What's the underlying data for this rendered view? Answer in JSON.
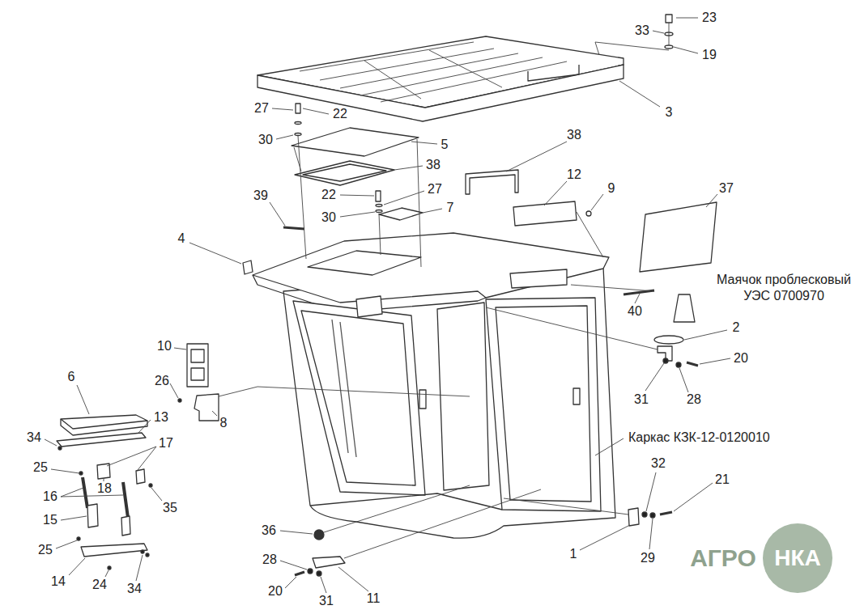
{
  "diagram": {
    "labels": [
      "23",
      "33",
      "19",
      "3",
      "27",
      "22",
      "30",
      "5",
      "38",
      "38",
      "12",
      "9",
      "37",
      "22",
      "27",
      "39",
      "30",
      "7",
      "4",
      "Маячок проблесковый УЭС 0700970",
      "2",
      "20",
      "31",
      "28",
      "40",
      "10",
      "26",
      "8",
      "6",
      "13",
      "34",
      "17",
      "Каркас КЗК-12-0120010",
      "25",
      "18",
      "16",
      "35",
      "15",
      "25",
      "14",
      "24",
      "34",
      "36",
      "28",
      "20",
      "31",
      "11",
      "32",
      "21",
      "29",
      "1",
      "АГРО",
      "НКА"
    ]
  }
}
